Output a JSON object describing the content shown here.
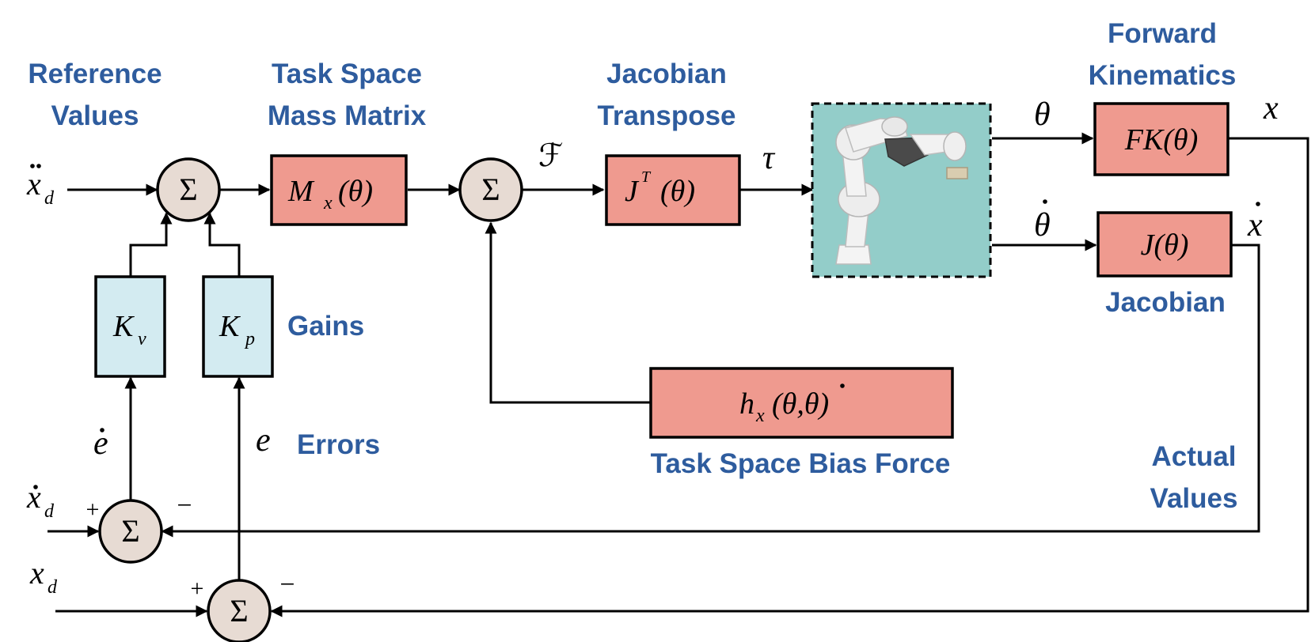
{
  "captions": {
    "reference_1": "Reference",
    "reference_2": "Values",
    "mass_1": "Task Space",
    "mass_2": "Mass Matrix",
    "jac_t_1": "Jacobian",
    "jac_t_2": "Transpose",
    "fk_1": "Forward",
    "fk_2": "Kinematics",
    "jacobian": "Jacobian",
    "gains": "Gains",
    "errors": "Errors",
    "bias": "Task Space Bias Force",
    "actual_1": "Actual",
    "actual_2": "Values"
  },
  "symbols": {
    "sigma": "Σ",
    "plus": "+",
    "minus": "−",
    "theta": "θ",
    "tau": "τ",
    "force": "ℱ",
    "x": "x",
    "e": "e",
    "d": "d",
    "mass_M": "M",
    "mass_sub": "x",
    "mass_arg": "(θ)",
    "jt_J": "J",
    "jt_sup": "T",
    "jt_arg": "(θ)",
    "fk": "FK(θ)",
    "jac": "J(θ)",
    "kv_K": "K",
    "kv_sub": "v",
    "kp_K": "K",
    "kp_sub": "p",
    "h": "h",
    "h_sub": "x",
    "h_arg": "(θ,θ)"
  },
  "colors": {
    "caption": "#2e5c9e",
    "block_red": "#ef9a8f",
    "block_blue": "#d3ebf1",
    "summer": "#e7dbd3",
    "robot_bg": "#93cdc9"
  },
  "robot": {
    "icon": "robot-arm-icon"
  }
}
